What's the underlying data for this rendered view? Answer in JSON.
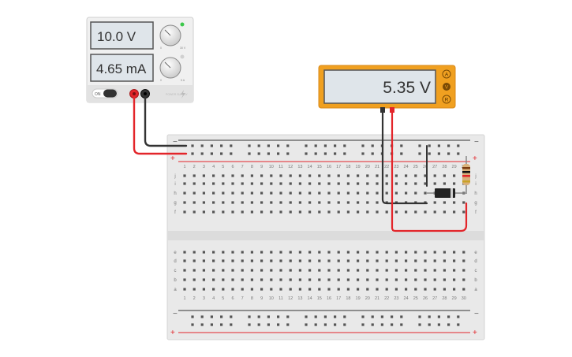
{
  "power_supply": {
    "voltage_display": "10.0 V",
    "current_display": "4.65 mA",
    "voltage_knob": {
      "min": "0",
      "max": "30 V"
    },
    "current_knob": {
      "min": "0",
      "max": "5 A"
    },
    "switch_label": "ON",
    "brand_label": "POWER SUPPLY"
  },
  "multimeter": {
    "reading": "5.35 V",
    "mode_buttons": [
      "A",
      "V",
      "R"
    ]
  },
  "breadboard": {
    "columns": 30,
    "row_letters_top": [
      "j",
      "i",
      "h",
      "g",
      "f"
    ],
    "row_letters_bottom": [
      "e",
      "d",
      "c",
      "b",
      "a"
    ],
    "rail_labels": {
      "minus": "−",
      "plus": "+"
    }
  },
  "colors": {
    "wire_red": "#e3252a",
    "wire_black": "#333333",
    "multimeter_body": "#f0a020",
    "display_bg": "#dfe5ea",
    "led_green": "#3cc84a"
  }
}
